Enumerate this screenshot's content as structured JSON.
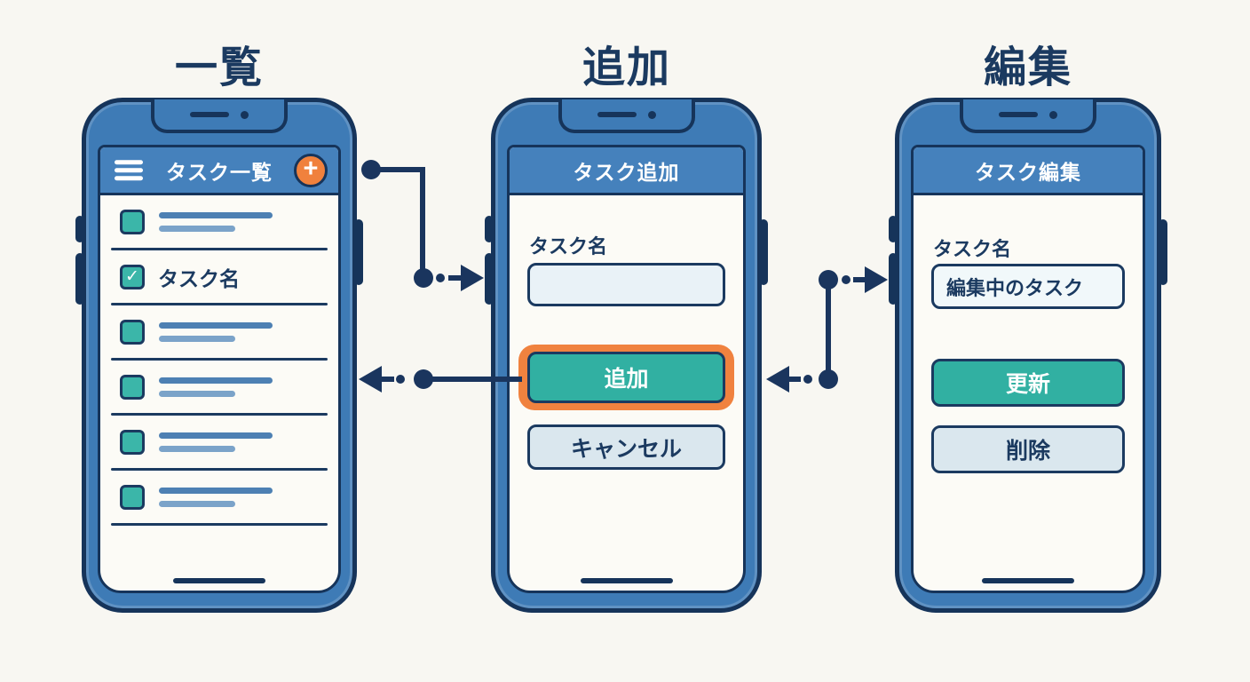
{
  "diagram_title": "",
  "icons": {
    "plus": "+",
    "check": "✓"
  },
  "colors": {
    "background": "#F8F7F2",
    "frame_blue": "#3E7BB6",
    "header_blue": "#4581BC",
    "navy": "#1A355E",
    "teal": "#31B0A2",
    "checkbox_teal": "#3BB6A9",
    "highlight_orange": "#F0823F",
    "plus_orange": "#F0813D",
    "input_fill_add": "#E9F2F7",
    "input_fill_edit": "#F1F8FA",
    "secondary_button_fill": "#DAE7EE",
    "skeleton_dark": "#4D80B3",
    "skeleton_light": "#7BA3C9"
  },
  "sections": [
    {
      "title": "一覧",
      "header_title": "タスク一覧",
      "sample_task_label": "タスク名"
    },
    {
      "title": "追加",
      "header_title": "タスク追加",
      "field_label": "タスク名",
      "field_value": "",
      "primary_button": "追加",
      "secondary_button": "キャンセル"
    },
    {
      "title": "編集",
      "header_title": "タスク編集",
      "field_label": "タスク名",
      "field_value": "編集中のタスク",
      "primary_button": "更新",
      "secondary_button": "削除"
    }
  ]
}
